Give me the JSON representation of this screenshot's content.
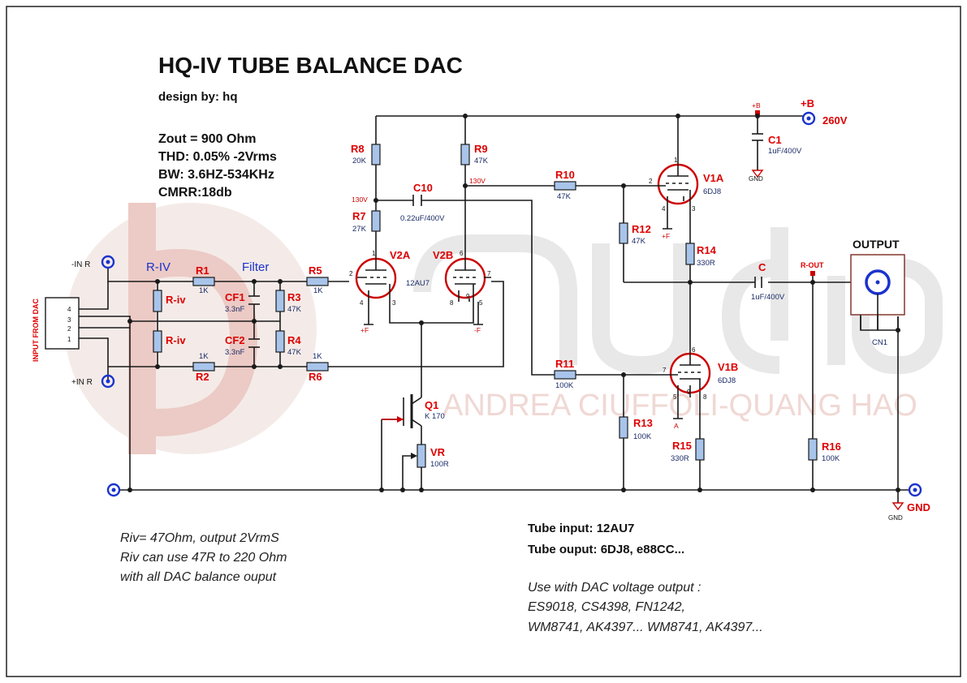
{
  "title": "HQ-IV TUBE BALANCE DAC",
  "designer": "design by: hq",
  "specs": [
    "Zout = 900 Ohm",
    "THD: 0.05% -2Vrms",
    "BW: 3.6HZ-534KHz",
    "CMRR:18db"
  ],
  "watermark": "ANDREA CIUFFOLI-QUANG HAO",
  "sections": {
    "riv": "R-IV",
    "filter": "Filter"
  },
  "input": {
    "side_label": "INPUT FROM DAC",
    "pins": [
      "4",
      "3",
      "2",
      "1"
    ],
    "minus": "-IN R",
    "plus": "+IN R"
  },
  "components": {
    "r1": {
      "ref": "R1",
      "value": "1K"
    },
    "r2": {
      "ref": "R2",
      "value": "1K"
    },
    "riv1": {
      "ref": "R-iv"
    },
    "riv2": {
      "ref": "R-iv"
    },
    "cf1": {
      "ref": "CF1",
      "value": "3.3nF"
    },
    "cf2": {
      "ref": "CF2",
      "value": "3.3nF"
    },
    "r3": {
      "ref": "R3",
      "value": "47K"
    },
    "r4": {
      "ref": "R4",
      "value": "47K"
    },
    "r5": {
      "ref": "R5",
      "value": "1K"
    },
    "r6": {
      "ref": "R6",
      "value": "1K"
    },
    "r7": {
      "ref": "R7",
      "value": "27K"
    },
    "r8": {
      "ref": "R8",
      "value": "20K"
    },
    "r9": {
      "ref": "R9",
      "value": "47K"
    },
    "r10": {
      "ref": "R10",
      "value": "47K"
    },
    "r11": {
      "ref": "R11",
      "value": "100K"
    },
    "r12": {
      "ref": "R12",
      "value": "47K"
    },
    "r13": {
      "ref": "R13",
      "value": "100K"
    },
    "r14": {
      "ref": "R14",
      "value": "330R"
    },
    "r15": {
      "ref": "R15",
      "value": "330R"
    },
    "r16": {
      "ref": "R16",
      "value": "100K"
    },
    "c10": {
      "ref": "C10",
      "value": "0.22uF/400V"
    },
    "c1": {
      "ref": "C1",
      "value": "1uF/400V"
    },
    "c": {
      "ref": "C",
      "value": "1uF/400V"
    },
    "v2a": {
      "ref": "V2A",
      "value": "12AU7"
    },
    "v2b": {
      "ref": "V2B"
    },
    "v1a": {
      "ref": "V1A",
      "value": "6DJ8"
    },
    "v1b": {
      "ref": "V1B",
      "value": "6DJ8"
    },
    "q1": {
      "ref": "Q1",
      "value": "K 170"
    },
    "vr": {
      "ref": "VR",
      "value": "100R"
    },
    "cn1": {
      "ref": "CN1"
    }
  },
  "pins": {
    "v2a": [
      "1",
      "2",
      "3",
      "4"
    ],
    "v2b": [
      "6",
      "7",
      "8",
      "9",
      "5"
    ],
    "v1a": [
      "1",
      "2",
      "3",
      "4"
    ],
    "v1b": [
      "6",
      "7",
      "8",
      "5",
      "9"
    ]
  },
  "nets": {
    "plus_b": "+B",
    "plus_b_small": "+B",
    "voltage": "260V",
    "v130a": "130V",
    "v130b": "130V",
    "gnd": "GND",
    "gnd_small1": "GND",
    "gnd_small2": "GND",
    "plus_f1": "+F",
    "plus_f2": "+F",
    "minus_f": "-F",
    "a": "A",
    "r_out": "R-OUT",
    "output": "OUTPUT"
  },
  "notes": {
    "riv": [
      "Riv= 47Ohm, output 2VrmS",
      "Riv can use 47R to 220 Ohm",
      "with all DAC balance ouput"
    ],
    "tubes": [
      "Tube input: 12AU7",
      "Tube ouput: 6DJ8, e88CC..."
    ],
    "dac": [
      "Use with DAC voltage output :",
      "ES9018, CS4398, FN1242,",
      "WM8741, AK4397... WM8741, AK4397..."
    ]
  }
}
